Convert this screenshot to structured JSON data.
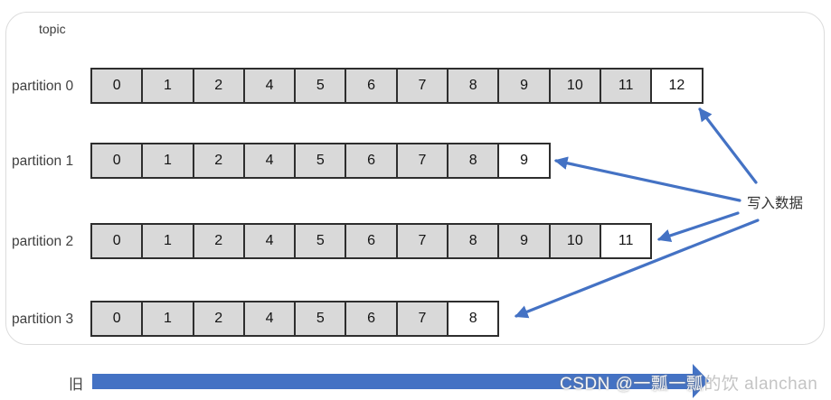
{
  "topic_label": "topic",
  "partitions": [
    {
      "label": "partition 0",
      "cells": [
        "0",
        "1",
        "2",
        "4",
        "5",
        "6",
        "7",
        "8",
        "9",
        "10",
        "11",
        "12"
      ]
    },
    {
      "label": "partition 1",
      "cells": [
        "0",
        "1",
        "2",
        "4",
        "5",
        "6",
        "7",
        "8",
        "9"
      ]
    },
    {
      "label": "partition 2",
      "cells": [
        "0",
        "1",
        "2",
        "4",
        "5",
        "6",
        "7",
        "8",
        "9",
        "10",
        "11"
      ]
    },
    {
      "label": "partition 3",
      "cells": [
        "0",
        "1",
        "2",
        "4",
        "5",
        "6",
        "7",
        "8"
      ]
    }
  ],
  "annotation": {
    "write_label": "写入数据"
  },
  "timeline": {
    "old_label": "旧"
  },
  "watermark": {
    "part1": "CSDN @一瓢一瓢",
    "part2": "的饮 alanchan"
  },
  "colors": {
    "arrow_blue": "#4472c4",
    "cell_bg": "#d9d9d9",
    "cell_last_bg": "#ffffff",
    "cell_border": "#2e2e2e",
    "frame_border": "#dcdcdc"
  }
}
